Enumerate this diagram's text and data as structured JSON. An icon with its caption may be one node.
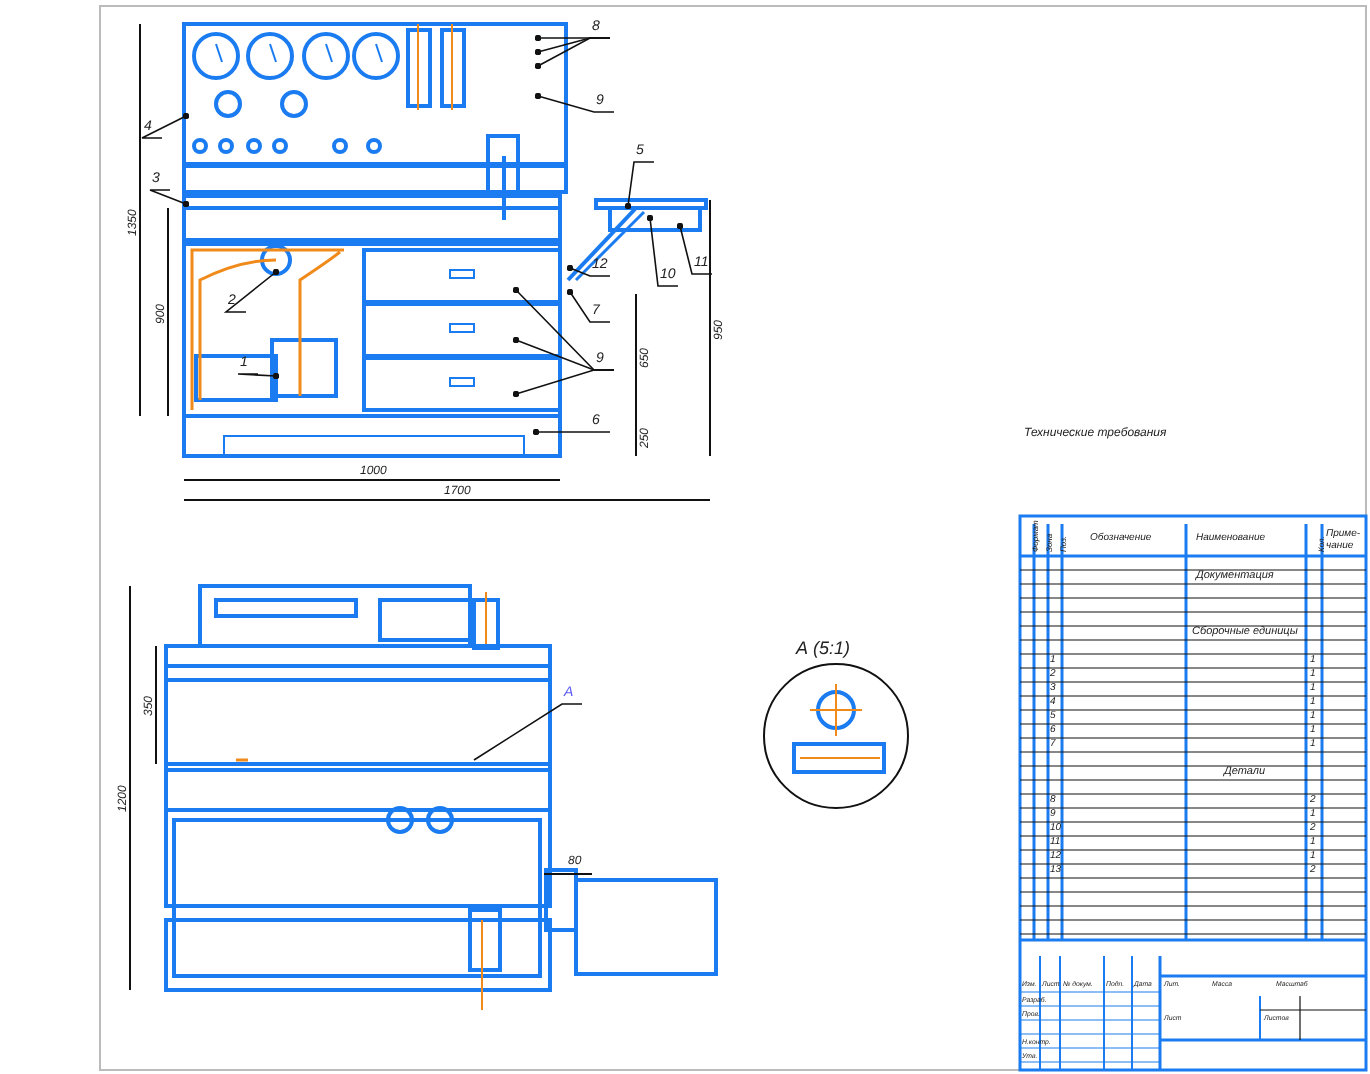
{
  "diagram": {
    "nodes": [
      {
        "text": [
          "8"
        ]
      },
      {
        "text": [
          "9"
        ]
      },
      {
        "text": [
          "4"
        ]
      },
      {
        "text": [
          "3"
        ]
      },
      {
        "text": [
          "5"
        ]
      },
      {
        "text": [
          "10"
        ]
      },
      {
        "text": [
          "11"
        ]
      },
      {
        "text": [
          "12"
        ]
      },
      {
        "text": [
          "7"
        ]
      },
      {
        "text": [
          "9"
        ]
      },
      {
        "text": [
          "6"
        ]
      },
      {
        "text": [
          "2"
        ]
      },
      {
        "text": [
          "1"
        ]
      },
      {
        "text": [
          "А"
        ]
      }
    ],
    "edges": [
      {
        "from": 0,
        "to": null,
        "arrow": "other"
      },
      {
        "from": 0,
        "to": null,
        "arrow": "other"
      },
      {
        "from": 0,
        "to": null,
        "arrow": "other"
      },
      {
        "from": 1,
        "to": null,
        "arrow": "other"
      },
      {
        "from": 2,
        "to": null,
        "arrow": "other"
      },
      {
        "from": 3,
        "to": null,
        "arrow": "other"
      },
      {
        "from": 4,
        "to": null,
        "arrow": "other"
      },
      {
        "from": 5,
        "to": null,
        "arrow": "other"
      },
      {
        "from": 6,
        "to": null,
        "arrow": "other"
      },
      {
        "from": 7,
        "to": null,
        "arrow": "other"
      },
      {
        "from": 8,
        "to": null,
        "arrow": "other"
      },
      {
        "from": 9,
        "to": null,
        "arrow": "other"
      },
      {
        "from": 9,
        "to": null,
        "arrow": "other"
      },
      {
        "from": 9,
        "to": null,
        "arrow": "other"
      },
      {
        "from": 10,
        "to": null,
        "arrow": "other"
      },
      {
        "from": 11,
        "to": null,
        "arrow": "other"
      },
      {
        "from": 12,
        "to": null,
        "arrow": "other"
      },
      {
        "from": 13,
        "to": null,
        "arrow": "none"
      }
    ],
    "labels": [
      "Технические требования",
      "1350",
      "900",
      "1000",
      "1700",
      "950",
      "650",
      "250",
      "1200",
      "350",
      "80",
      "А (5:1)",
      "Формат",
      "Зона",
      "Поз.",
      "Обозначение",
      "Наименование",
      "Кол.",
      "Приме-чание",
      "Документация",
      "Сборочные единицы",
      "Детали",
      "1",
      "1",
      "2",
      "1",
      "3",
      "1",
      "4",
      "1",
      "5",
      "1",
      "6",
      "1",
      "7",
      "1",
      "8",
      "2",
      "9",
      "1",
      "10",
      "2",
      "11",
      "1",
      "12",
      "1",
      "13",
      "2",
      "Изм.",
      "Лист",
      "№ докум.",
      "Подп.",
      "Дата",
      "Разраб.",
      "Пров.",
      "Н.контр.",
      "Утв.",
      "Лит.",
      "Масса",
      "Масштаб",
      "Лист",
      "Листов"
    ]
  }
}
